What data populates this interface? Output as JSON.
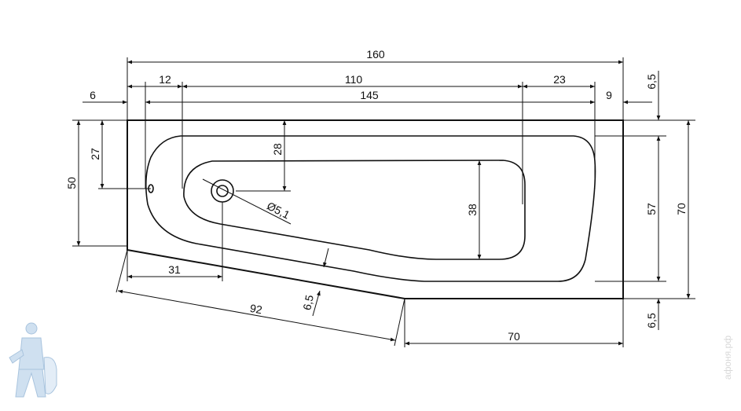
{
  "dimensions": {
    "overall_length": "160",
    "left_offset": "12",
    "inner_length": "110",
    "right_offset": "23",
    "edge_left": "6",
    "mid_length": "145",
    "edge_right": "9",
    "top_margin": "6,5",
    "bottom_margin": "6,5",
    "overall_width": "70",
    "inner_width": "57",
    "left_height": "50",
    "overflow_height": "27",
    "drain_depth": "28",
    "basin_width": "38",
    "drain_offset": "31",
    "diagonal_length": "92",
    "diagonal_margin": "6,5",
    "bottom_right_length": "70",
    "drain_diameter": "Ø5,1"
  },
  "watermark": "афоня.рф"
}
